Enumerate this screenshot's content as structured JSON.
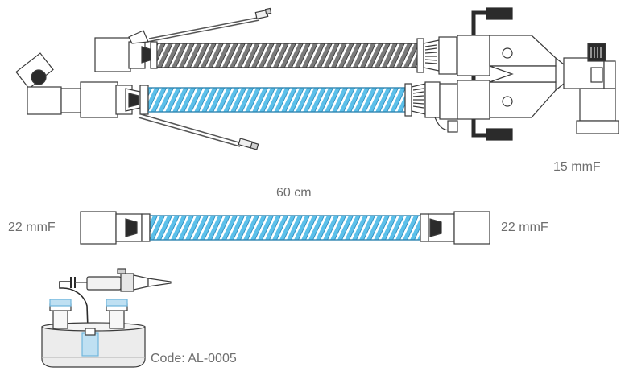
{
  "labels": {
    "connector_top_right": "15 mmF",
    "length": "60 cm",
    "connector_left": "22 mmF",
    "connector_right": "22 mmF",
    "code": "Code: AL-0005"
  },
  "icons": {
    "top_assembly": "dual-limb-breathing-circuit-icon",
    "middle_tube": "corrugated-extension-tube-icon",
    "humidifier": "humidifier-chamber-icon"
  },
  "colors": {
    "outline": "#3a3a3a",
    "tube_blue": "#4fb3e0",
    "tube_dark": "#6a6a6a",
    "fill_light": "#ffffff",
    "fill_gray": "#e6e6e6",
    "fill_dark": "#2b2b2b"
  }
}
